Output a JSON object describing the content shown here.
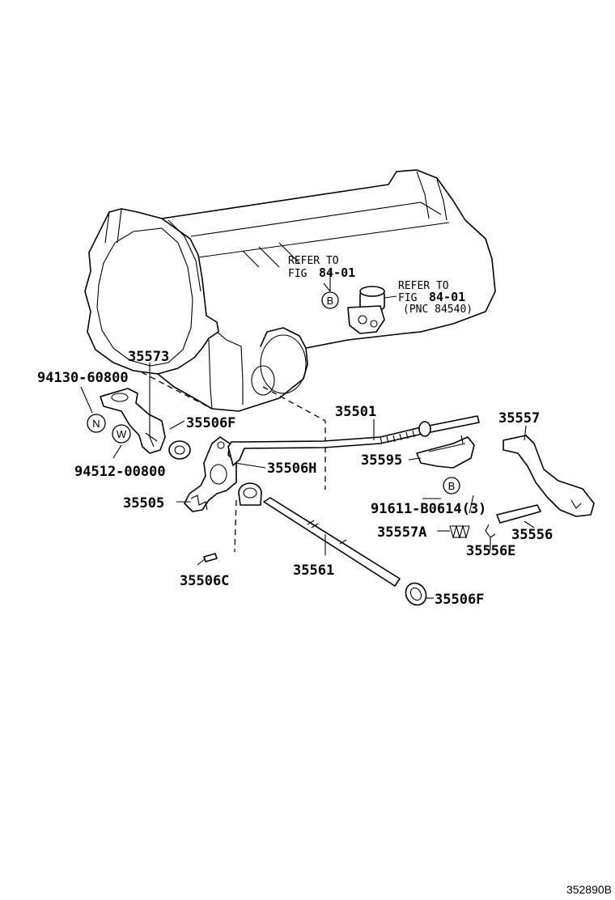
{
  "labels": {
    "p35573": "35573",
    "p94130_60800": "94130-60800",
    "p94512_00800": "94512-00800",
    "p35506F_a": "35506F",
    "p35506H": "35506H",
    "p35505": "35505",
    "p35506C": "35506C",
    "p35561": "35561",
    "p35506F_b": "35506F",
    "p35501": "35501",
    "p35595": "35595",
    "p35557": "35557",
    "p91611": "91611-B0614(3)",
    "p35557A": "35557A",
    "p35556E": "35556E",
    "p35556": "35556"
  },
  "references": {
    "ref1_line1": "REFER TO",
    "ref1_fig": "FIG",
    "ref1_num": "84-01",
    "ref2_line1": "REFER TO",
    "ref2_fig": "FIG",
    "ref2_num": "84-01",
    "ref2_pnc": "(PNC 84540)"
  },
  "markers": {
    "N": "N",
    "W": "W",
    "B1": "B",
    "B2": "B"
  },
  "figure_id": "352890B"
}
